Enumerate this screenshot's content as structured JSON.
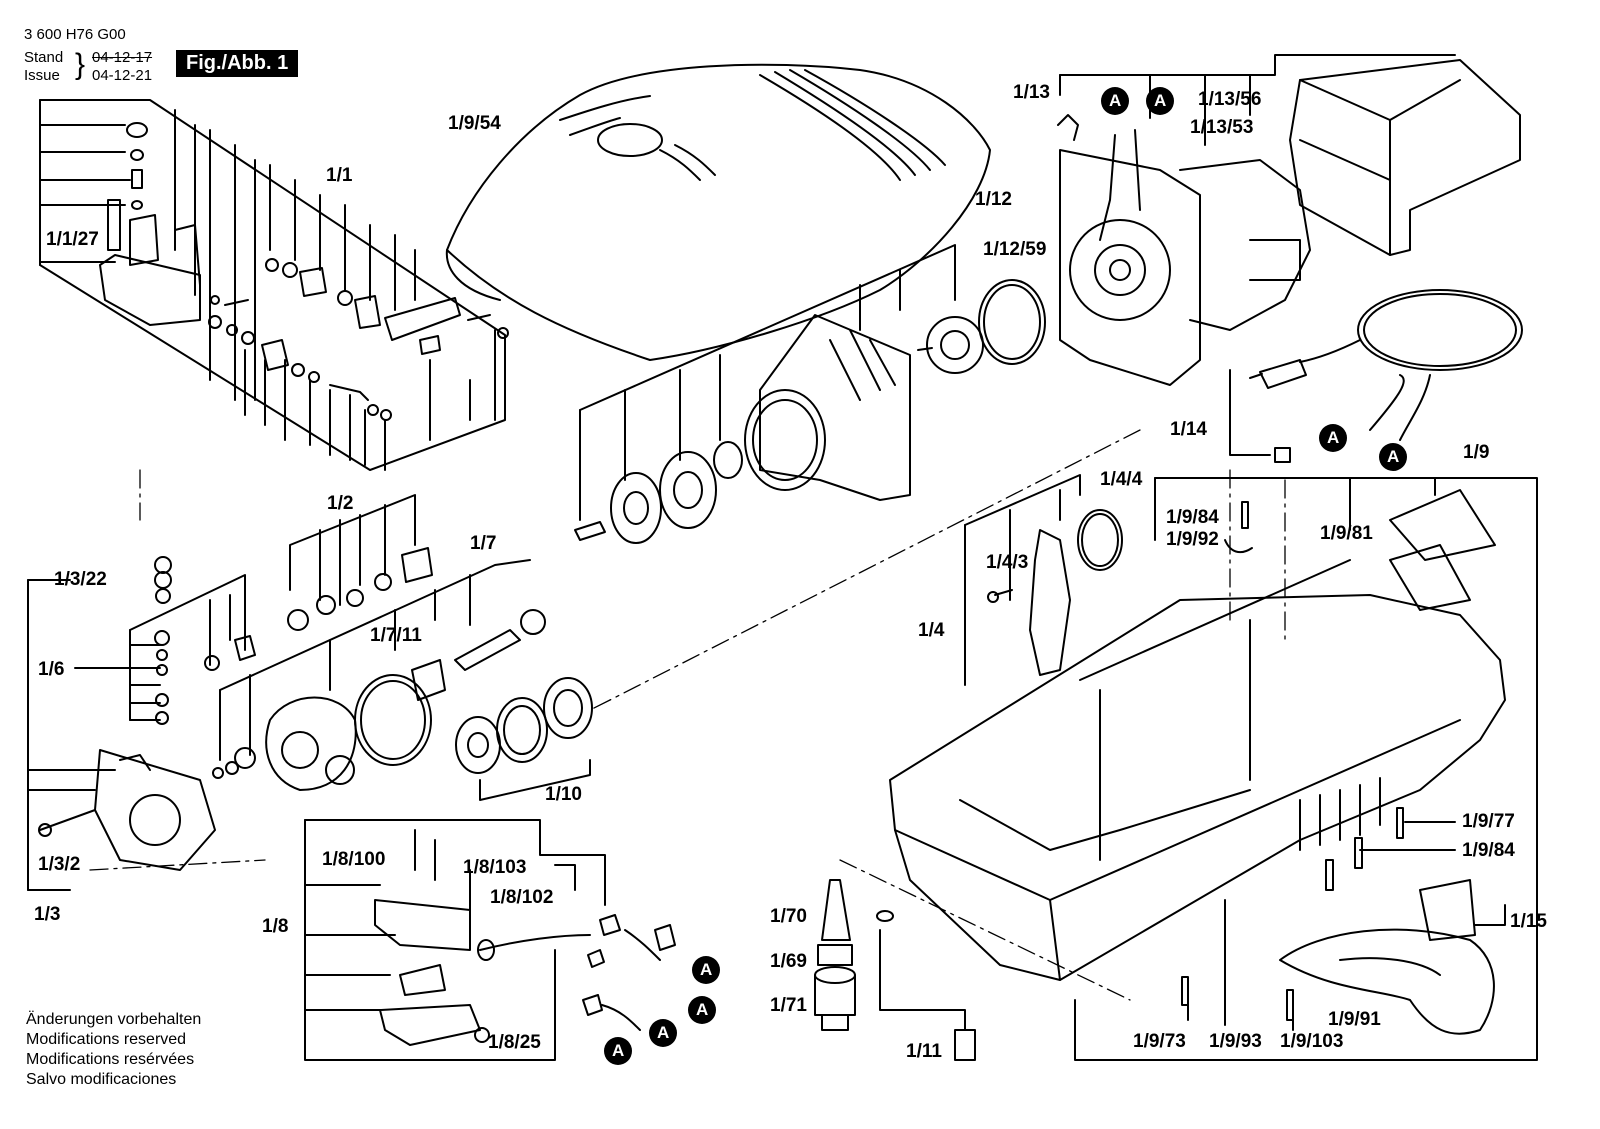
{
  "header": {
    "doc_number": "3 600 H76 G00",
    "stand_label": "Stand",
    "stand_date": "04-12-17",
    "issue_label": "Issue",
    "issue_date": "04-12-21",
    "figure": "Fig./Abb. 1"
  },
  "notes": [
    "Änderungen vorbehalten",
    "Modifications reserved",
    "Modifications resérvées",
    "Salvo modificaciones"
  ],
  "connector_marker": "A",
  "part_labels": {
    "p1_1": "1/1",
    "p1_1_27": "1/1/27",
    "p1_2": "1/2",
    "p1_3": "1/3",
    "p1_3_2": "1/3/2",
    "p1_3_22": "1/3/22",
    "p1_4": "1/4",
    "p1_4_3": "1/4/3",
    "p1_4_4": "1/4/4",
    "p1_6": "1/6",
    "p1_7": "1/7",
    "p1_7_11": "1/7/11",
    "p1_8": "1/8",
    "p1_8_25": "1/8/25",
    "p1_8_100": "1/8/100",
    "p1_8_102": "1/8/102",
    "p1_8_103": "1/8/103",
    "p1_9": "1/9",
    "p1_9_54": "1/9/54",
    "p1_9_73": "1/9/73",
    "p1_9_77": "1/9/77",
    "p1_9_81": "1/9/81",
    "p1_9_84a": "1/9/84",
    "p1_9_84b": "1/9/84",
    "p1_9_91": "1/9/91",
    "p1_9_92": "1/9/92",
    "p1_9_93": "1/9/93",
    "p1_9_103": "1/9/103",
    "p1_10": "1/10",
    "p1_11": "1/11",
    "p1_12": "1/12",
    "p1_12_59": "1/12/59",
    "p1_13": "1/13",
    "p1_13_53": "1/13/53",
    "p1_13_56": "1/13/56",
    "p1_14": "1/14",
    "p1_15": "1/15",
    "p1_69": "1/69",
    "p1_70": "1/70",
    "p1_71": "1/71"
  }
}
